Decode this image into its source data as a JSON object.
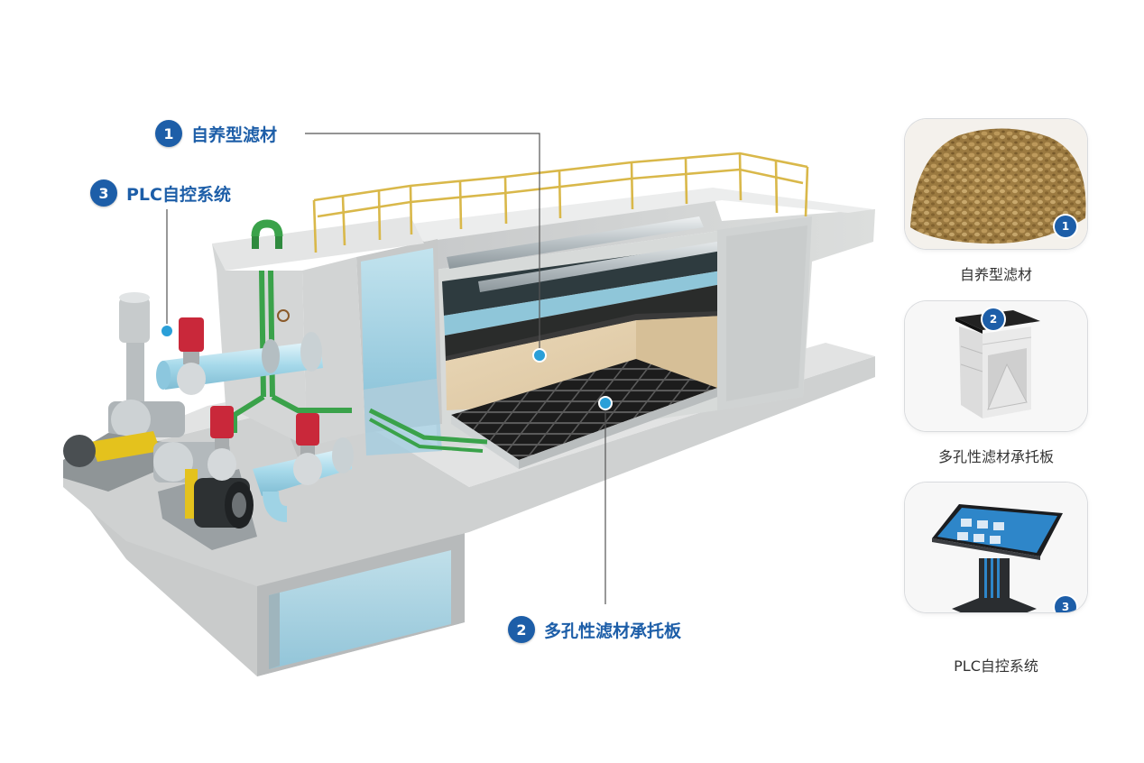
{
  "callouts": [
    {
      "number": "1",
      "label": "自养型滤材"
    },
    {
      "number": "2",
      "label": "多孔性滤材承托板"
    },
    {
      "number": "3",
      "label": "PLC自控系统"
    }
  ],
  "cards": [
    {
      "number": "1",
      "caption": "自养型滤材",
      "icon": "filter-media-granules-icon"
    },
    {
      "number": "2",
      "caption": "多孔性滤材承托板",
      "icon": "support-plate-module-icon"
    },
    {
      "number": "3",
      "caption": "PLC自控系统",
      "icon": "plc-touchscreen-kiosk-icon"
    }
  ],
  "colors": {
    "accent": "#1d5ea8",
    "marker": "#2a9fd8",
    "leader_line": "#555555",
    "concrete": "#d4d6d6",
    "water": "#a9d8ea",
    "media": "#e3cfae",
    "railing": "#d9b84a",
    "pipe_green": "#3aa24a",
    "motor_yellow": "#e4c21d",
    "valve_red": "#c9283a"
  }
}
